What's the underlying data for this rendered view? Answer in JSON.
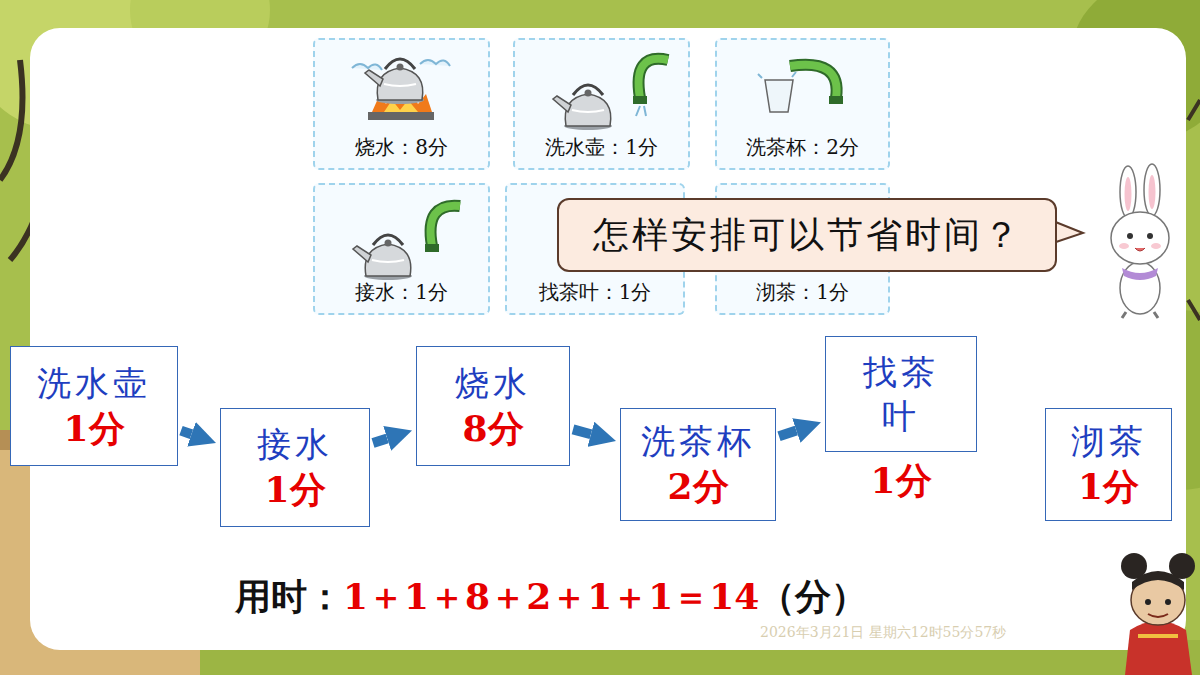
{
  "diagram": {
    "nodes": [
      {
        "text": [
          "烧水：8分"
        ]
      },
      {
        "text": [
          "洗水壶：1分"
        ]
      },
      {
        "text": [
          "洗茶杯：2分"
        ]
      },
      {
        "text": [
          "接水：1分"
        ]
      },
      {
        "text": [
          "找茶叶：1分"
        ]
      },
      {
        "text": [
          "沏茶：1分"
        ]
      },
      {
        "text": [
          "怎样安排可以节省时间？"
        ]
      },
      {
        "text": [
          "洗水壶",
          "1分"
        ]
      },
      {
        "text": [
          "接水",
          "1分"
        ]
      },
      {
        "text": [
          "烧水",
          "8分"
        ]
      },
      {
        "text": [
          "洗茶杯",
          "2分"
        ]
      },
      {
        "text": [
          "找茶叶",
          "1分"
        ]
      },
      {
        "text": [
          "沏茶",
          "1分"
        ]
      }
    ],
    "edges": [
      {
        "from": 7,
        "to": 8,
        "arrow": "to"
      },
      {
        "from": 8,
        "to": 9,
        "arrow": "to"
      },
      {
        "from": 9,
        "to": 10,
        "arrow": "to"
      },
      {
        "from": 10,
        "to": 11,
        "arrow": "to"
      }
    ],
    "labels": [
      "用时：",
      "1＋1＋8＋2＋1＋1＝14",
      "（分）",
      "2026年3月21日 星期六12时55分57秒"
    ]
  }
}
